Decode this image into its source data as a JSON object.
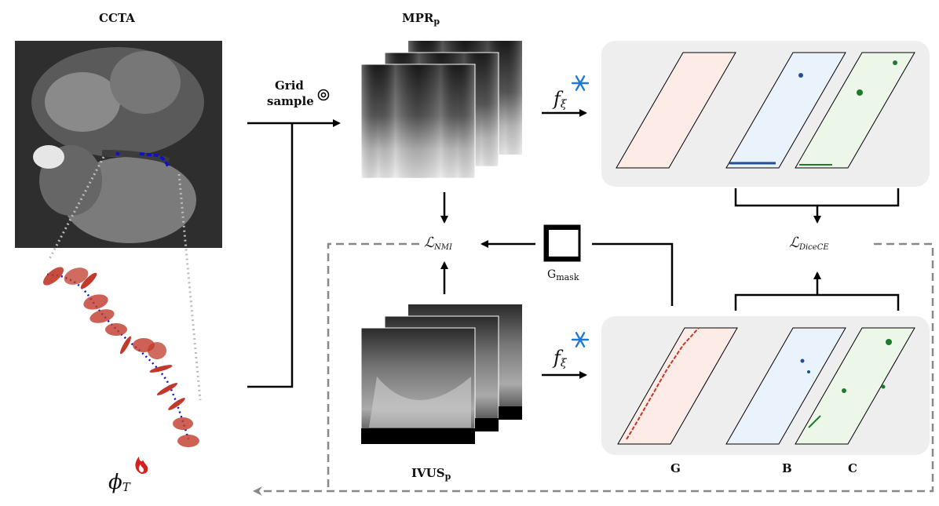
{
  "labels": {
    "ccta": "CCTA",
    "mpr": "MPR",
    "mpr_sub": "p",
    "grid_sample_1": "Grid",
    "grid_sample_2": "sample",
    "ivus": "IVUS",
    "ivus_sub": "p",
    "gmask": "G",
    "gmask_sub": "mask",
    "loss_nmi": "ℒ",
    "loss_nmi_sub": "NMI",
    "loss_dice": "ℒ",
    "loss_dice_sub": "DiceCE",
    "f_xi_top": "f",
    "f_xi_top_sub": "ξ",
    "f_xi_bottom": "f",
    "f_xi_bottom_sub": "ξ",
    "phi": "ϕ",
    "phi_sub": "T",
    "out_g": "G",
    "out_b": "B",
    "out_c": "C"
  },
  "icons": {
    "frozen": "snowflake-icon",
    "trainable": "flame-icon",
    "grid_sample_op": "grid-sample-icon",
    "mask": "mask-icon"
  },
  "colors": {
    "g_channel": "#c0392b",
    "b_channel": "#1f4e9a",
    "c_channel": "#1f7a2e",
    "centerline": "#1010c8",
    "snowflake": "#1f78d1",
    "flame": "#d62020",
    "panel_bg": "#eeeeee"
  }
}
